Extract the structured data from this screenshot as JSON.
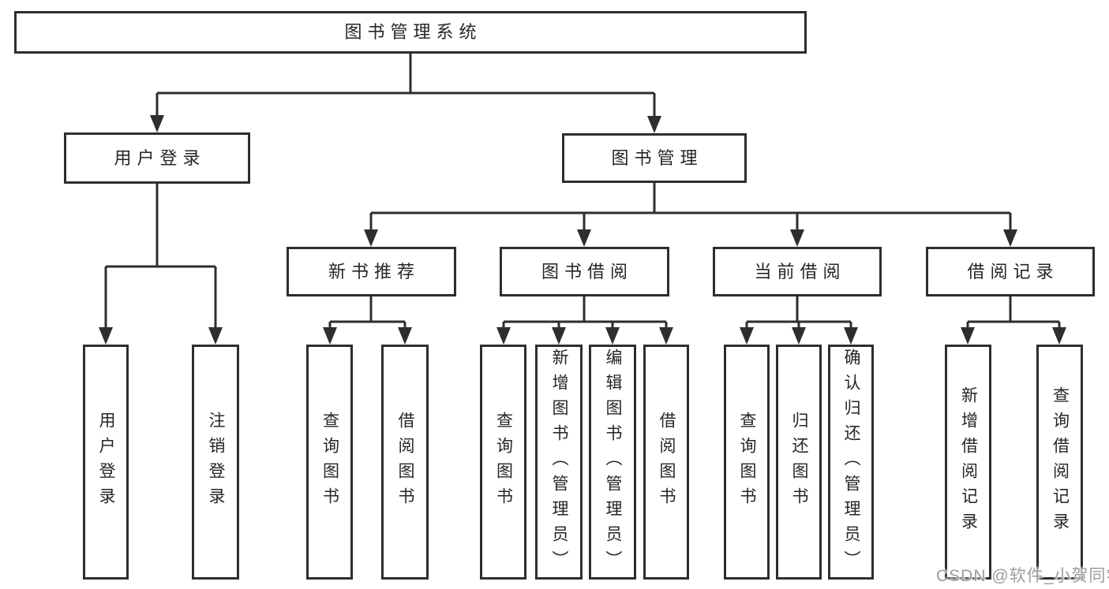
{
  "diagram": {
    "type": "hierarchy-tree",
    "title": "图书管理系统"
  },
  "tree": {
    "root": {
      "label": "图书管理系统"
    },
    "user_login": {
      "label": "用户登录",
      "children": [
        {
          "label": "用户登录"
        },
        {
          "label": "注销登录"
        }
      ]
    },
    "book_mgmt": {
      "label": "图书管理",
      "sections": [
        {
          "label": "新书推荐",
          "children": [
            {
              "label": "查询图书"
            },
            {
              "label": "借阅图书"
            }
          ]
        },
        {
          "label": "图书借阅",
          "children": [
            {
              "label": "查询图书"
            },
            {
              "label": "新增图书（管理员）"
            },
            {
              "label": "编辑图书（管理员）"
            },
            {
              "label": "借阅图书"
            }
          ]
        },
        {
          "label": "当前借阅",
          "children": [
            {
              "label": "查询图书"
            },
            {
              "label": "归还图书"
            },
            {
              "label": "确认归还（管理员）"
            }
          ]
        },
        {
          "label": "借阅记录",
          "children": [
            {
              "label": "新增借阅记录"
            },
            {
              "label": "查询借阅记录"
            }
          ]
        }
      ]
    }
  },
  "watermark": {
    "text": "CSDN @软件_小贺同学"
  },
  "colors": {
    "line": "#2e2e2e",
    "text": "#262626",
    "watermark": "#9c9c9c",
    "background": "#ffffff"
  }
}
